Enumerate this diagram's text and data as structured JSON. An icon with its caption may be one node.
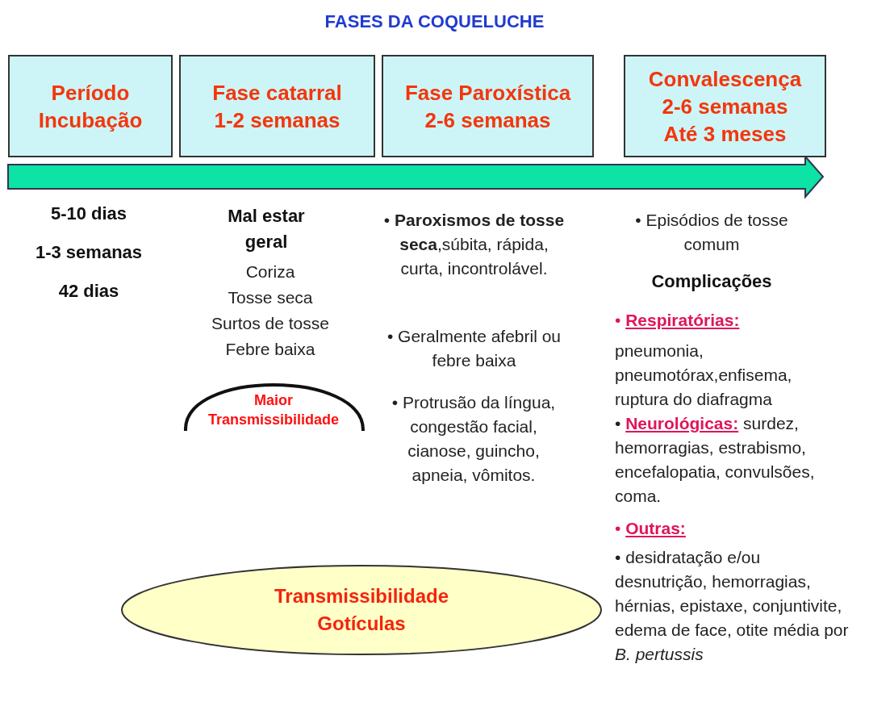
{
  "diagram": {
    "title": "FASES DA COQUELUCHE",
    "nodes": [
      {
        "text": [
          "Período Incubação"
        ]
      },
      {
        "text": [
          "Fase catarral 1-2 semanas"
        ]
      },
      {
        "text": [
          "Fase Paroxística 2-6 semanas"
        ]
      },
      {
        "text": [
          "Convalescença 2-6 semanas Até 3 meses"
        ]
      },
      {
        "text": [
          "Transmissibilidade Gotículas"
        ]
      }
    ],
    "edges": [],
    "labels": [
      "5-10 dias",
      "1-3 semanas",
      "42 dias",
      "Mal estar geral",
      "Coriza",
      "Tosse seca",
      "Surtos de tosse",
      "Febre baixa",
      "Maior Transmissibilidade",
      "• **Paroxismos de tosse seca**,súbita, rápida, curta, incontrolável.",
      "• Geralmente afebril ou febre baixa",
      "• Protrusão da língua, congestão facial, cianose, guincho, apneia, vômitos.",
      "• Episódios de tosse comum",
      "Complicações",
      "• **Respiratórias:**",
      "pneumonia, pneumotórax,enfisema, ruptura do diafragma",
      "• **Neurológicas:** surdez, hemorragias, estrabismo, encefalopatia, convulsões, coma.",
      "• **Outras:**",
      "• desidratação e/ou desnutrição, hemorragias, hérnias, epistaxe, conjuntivite, edema de face, otite média por *B. pertussis*"
    ]
  }
}
